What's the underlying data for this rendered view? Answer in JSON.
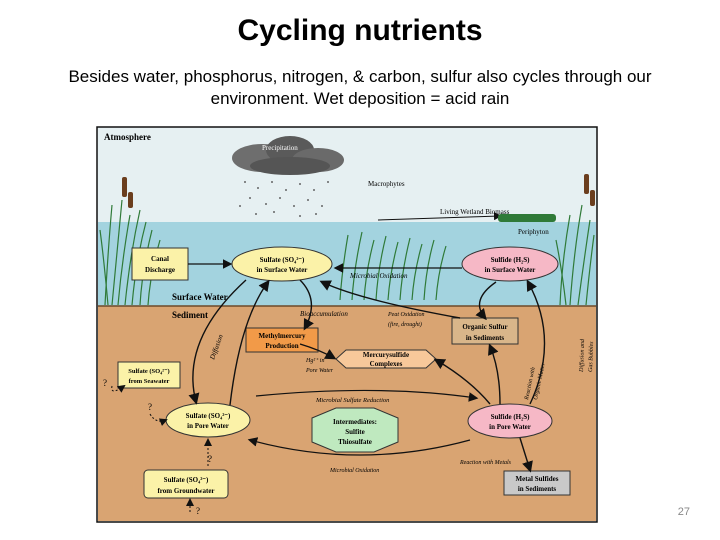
{
  "slide": {
    "title": "Cycling nutrients",
    "subtitle_line1": "Besides water, phosphorus, nitrogen, & carbon, sulfur also cycles through our",
    "subtitle_line2": "environment.  Wet deposition = acid rain",
    "page_number": "27"
  },
  "diagram": {
    "zone_labels": {
      "atmosphere": "Atmosphere",
      "surface_water": "Surface Water",
      "sediment": "Sediment"
    },
    "labels": {
      "precipitation": "Precipitation",
      "macrophytes": "Macrophytes",
      "living_biomass": "Living Wetland Biomass",
      "periphyton": "Periphyton",
      "microbial_oxidation": "Microbial Oxidation",
      "diffusion": "Diffusion",
      "bioaccumulation": "Bioaccumulation",
      "peat_oxidation_1": "Peat Oxidation",
      "peat_oxidation_2": "(fire, drought)",
      "hg_1": "Hg²⁺ in",
      "hg_2": "Pore Water",
      "microbial_sulfate_reduction": "Microbial Sulfate Reduction",
      "microbial_oxidation_2": "Microbial Oxidation",
      "reaction_organic_1": "Reaction with",
      "reaction_organic_2": "Organic Matter",
      "reaction_metals": "Reaction with Metals",
      "diffusion_gas_1": "Diffusion and",
      "diffusion_gas_2": "Gas Bubbles",
      "q1": "?",
      "q2": "?",
      "q3": "?",
      "q4": "?"
    },
    "boxes": {
      "canal_1": "Canal",
      "canal_2": "Discharge",
      "sulfate_sw_1": "Sulfate (SO₄²⁻)",
      "sulfate_sw_2": "in Surface Water",
      "sulfide_sw_1": "Sulfide (H₂S)",
      "sulfide_sw_2": "in Surface Water",
      "methyl_1": "Methylmercury",
      "methyl_2": "Production",
      "organic_1": "Organic Sulfur",
      "organic_2": "in Sediments",
      "mercury_1": "Mercurysulfide",
      "mercury_2": "Complexes",
      "seawater_1": "Sulfate (SO₄²⁻)",
      "seawater_2": "from Seawater",
      "sulfate_pw_1": "Sulfate (SO₄²⁻)",
      "sulfate_pw_2": "in Pore Water",
      "inter_1": "Intermediates:",
      "inter_2": "Sulfite",
      "inter_3": "Thiosulfate",
      "sulfide_pw_1": "Sulfide (H₂S)",
      "sulfide_pw_2": "in Pore Water",
      "ground_1": "Sulfate (SO₄²⁻)",
      "ground_2": "from Groundwater",
      "metal_1": "Metal Sulfides",
      "metal_2": "in Sediments"
    },
    "colors": {
      "sky": "#cfe6ee",
      "water": "#9fd3e0",
      "sediment": "#d8a070",
      "sulfate_box": "#fbf2a8",
      "sulfide_box": "#f6b8c6",
      "mercury_box": "#f7c89a",
      "methyl_box": "#f29a48",
      "inter_box": "#bfe9bf",
      "organic_box": "#d9b68a",
      "metal_box": "#c9c9c9"
    }
  }
}
